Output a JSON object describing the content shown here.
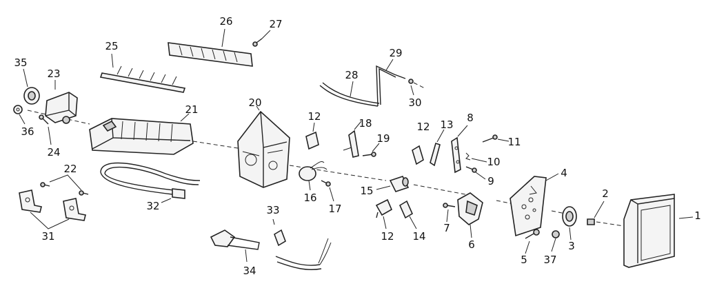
{
  "callouts": {
    "c1": "1",
    "c2": "2",
    "c3": "3",
    "c4": "4",
    "c5": "5",
    "c6": "6",
    "c7": "7",
    "c8": "8",
    "c9": "9",
    "c10": "10",
    "c11": "11",
    "c12a": "12",
    "c12b": "12",
    "c12c": "12",
    "c13": "13",
    "c14": "14",
    "c15": "15",
    "c16": "16",
    "c17": "17",
    "c18": "18",
    "c19": "19",
    "c20": "20",
    "c21": "21",
    "c22": "22",
    "c23": "23",
    "c24": "24",
    "c25": "25",
    "c26": "26",
    "c27": "27",
    "c28": "28",
    "c29": "29",
    "c30": "30",
    "c31": "31",
    "c32": "32",
    "c33": "33",
    "c34": "34",
    "c35": "35",
    "c36": "36",
    "c37": "37"
  }
}
